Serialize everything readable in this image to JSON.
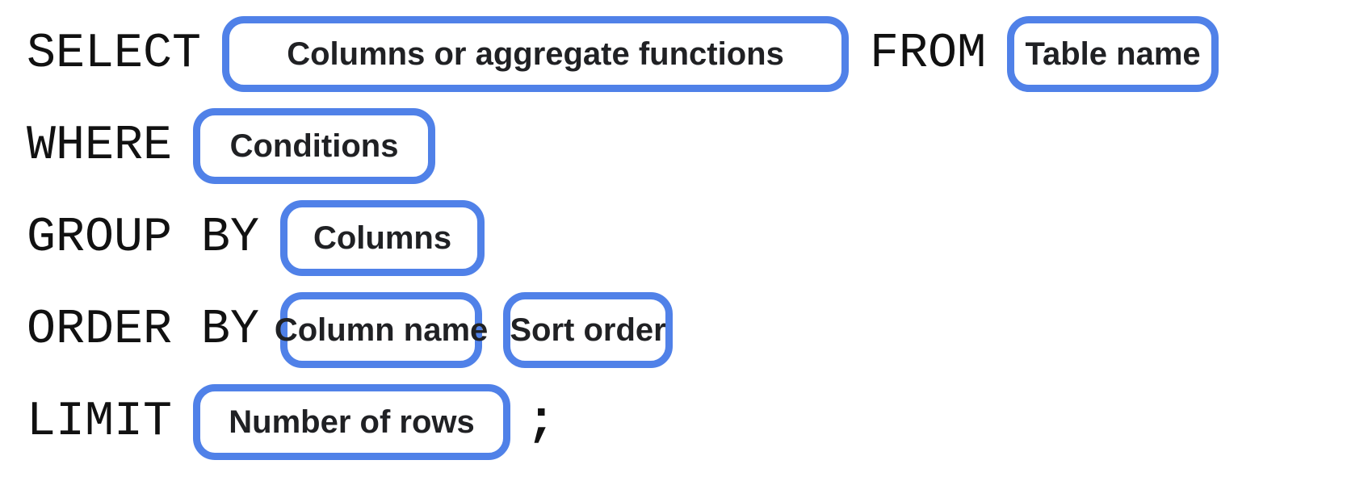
{
  "diagram": {
    "title_semantic": "SQL query syntax template",
    "colors": {
      "accent_border": "#5081e8",
      "background": "#ffffff",
      "keyword_text": "#111111",
      "label_text": "#202124"
    },
    "rows": [
      {
        "segments": [
          {
            "type": "keyword",
            "text": "SELECT"
          },
          {
            "type": "box",
            "text": "Columns or aggregate functions"
          },
          {
            "type": "keyword",
            "text": "FROM"
          },
          {
            "type": "box",
            "text": "Table name"
          }
        ]
      },
      {
        "segments": [
          {
            "type": "keyword",
            "text": "WHERE"
          },
          {
            "type": "box",
            "text": "Conditions"
          }
        ]
      },
      {
        "segments": [
          {
            "type": "keyword",
            "text": "GROUP BY"
          },
          {
            "type": "box",
            "text": "Columns"
          }
        ]
      },
      {
        "segments": [
          {
            "type": "keyword",
            "text": "ORDER BY"
          },
          {
            "type": "box",
            "text": "Column name"
          },
          {
            "type": "box",
            "text": "Sort order"
          }
        ]
      },
      {
        "segments": [
          {
            "type": "keyword",
            "text": "LIMIT"
          },
          {
            "type": "box",
            "text": "Number of rows"
          },
          {
            "type": "punctuation",
            "text": ";"
          }
        ]
      }
    ]
  }
}
